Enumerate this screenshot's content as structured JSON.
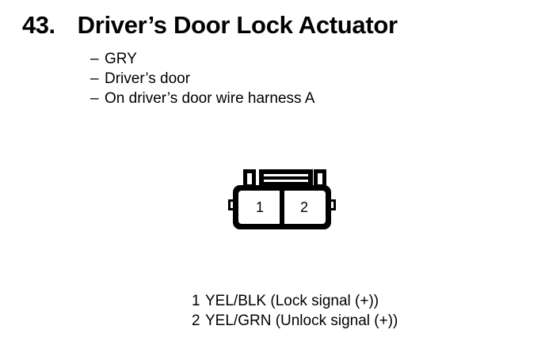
{
  "header": {
    "number": "43.",
    "title": "Driver’s Door Lock Actuator"
  },
  "spec_list": {
    "dash": "–",
    "items": [
      "GRY",
      "Driver’s door",
      "On driver’s door wire harness A"
    ]
  },
  "connector": {
    "pins": [
      {
        "number": "1"
      },
      {
        "number": "2"
      }
    ]
  },
  "pin_legend": [
    {
      "number": "1",
      "text": "YEL/BLK (Lock signal (+))"
    },
    {
      "number": "2",
      "text": "YEL/GRN (Unlock signal (+))"
    }
  ],
  "colors": {
    "ink": "#000000",
    "page": "#ffffff"
  }
}
